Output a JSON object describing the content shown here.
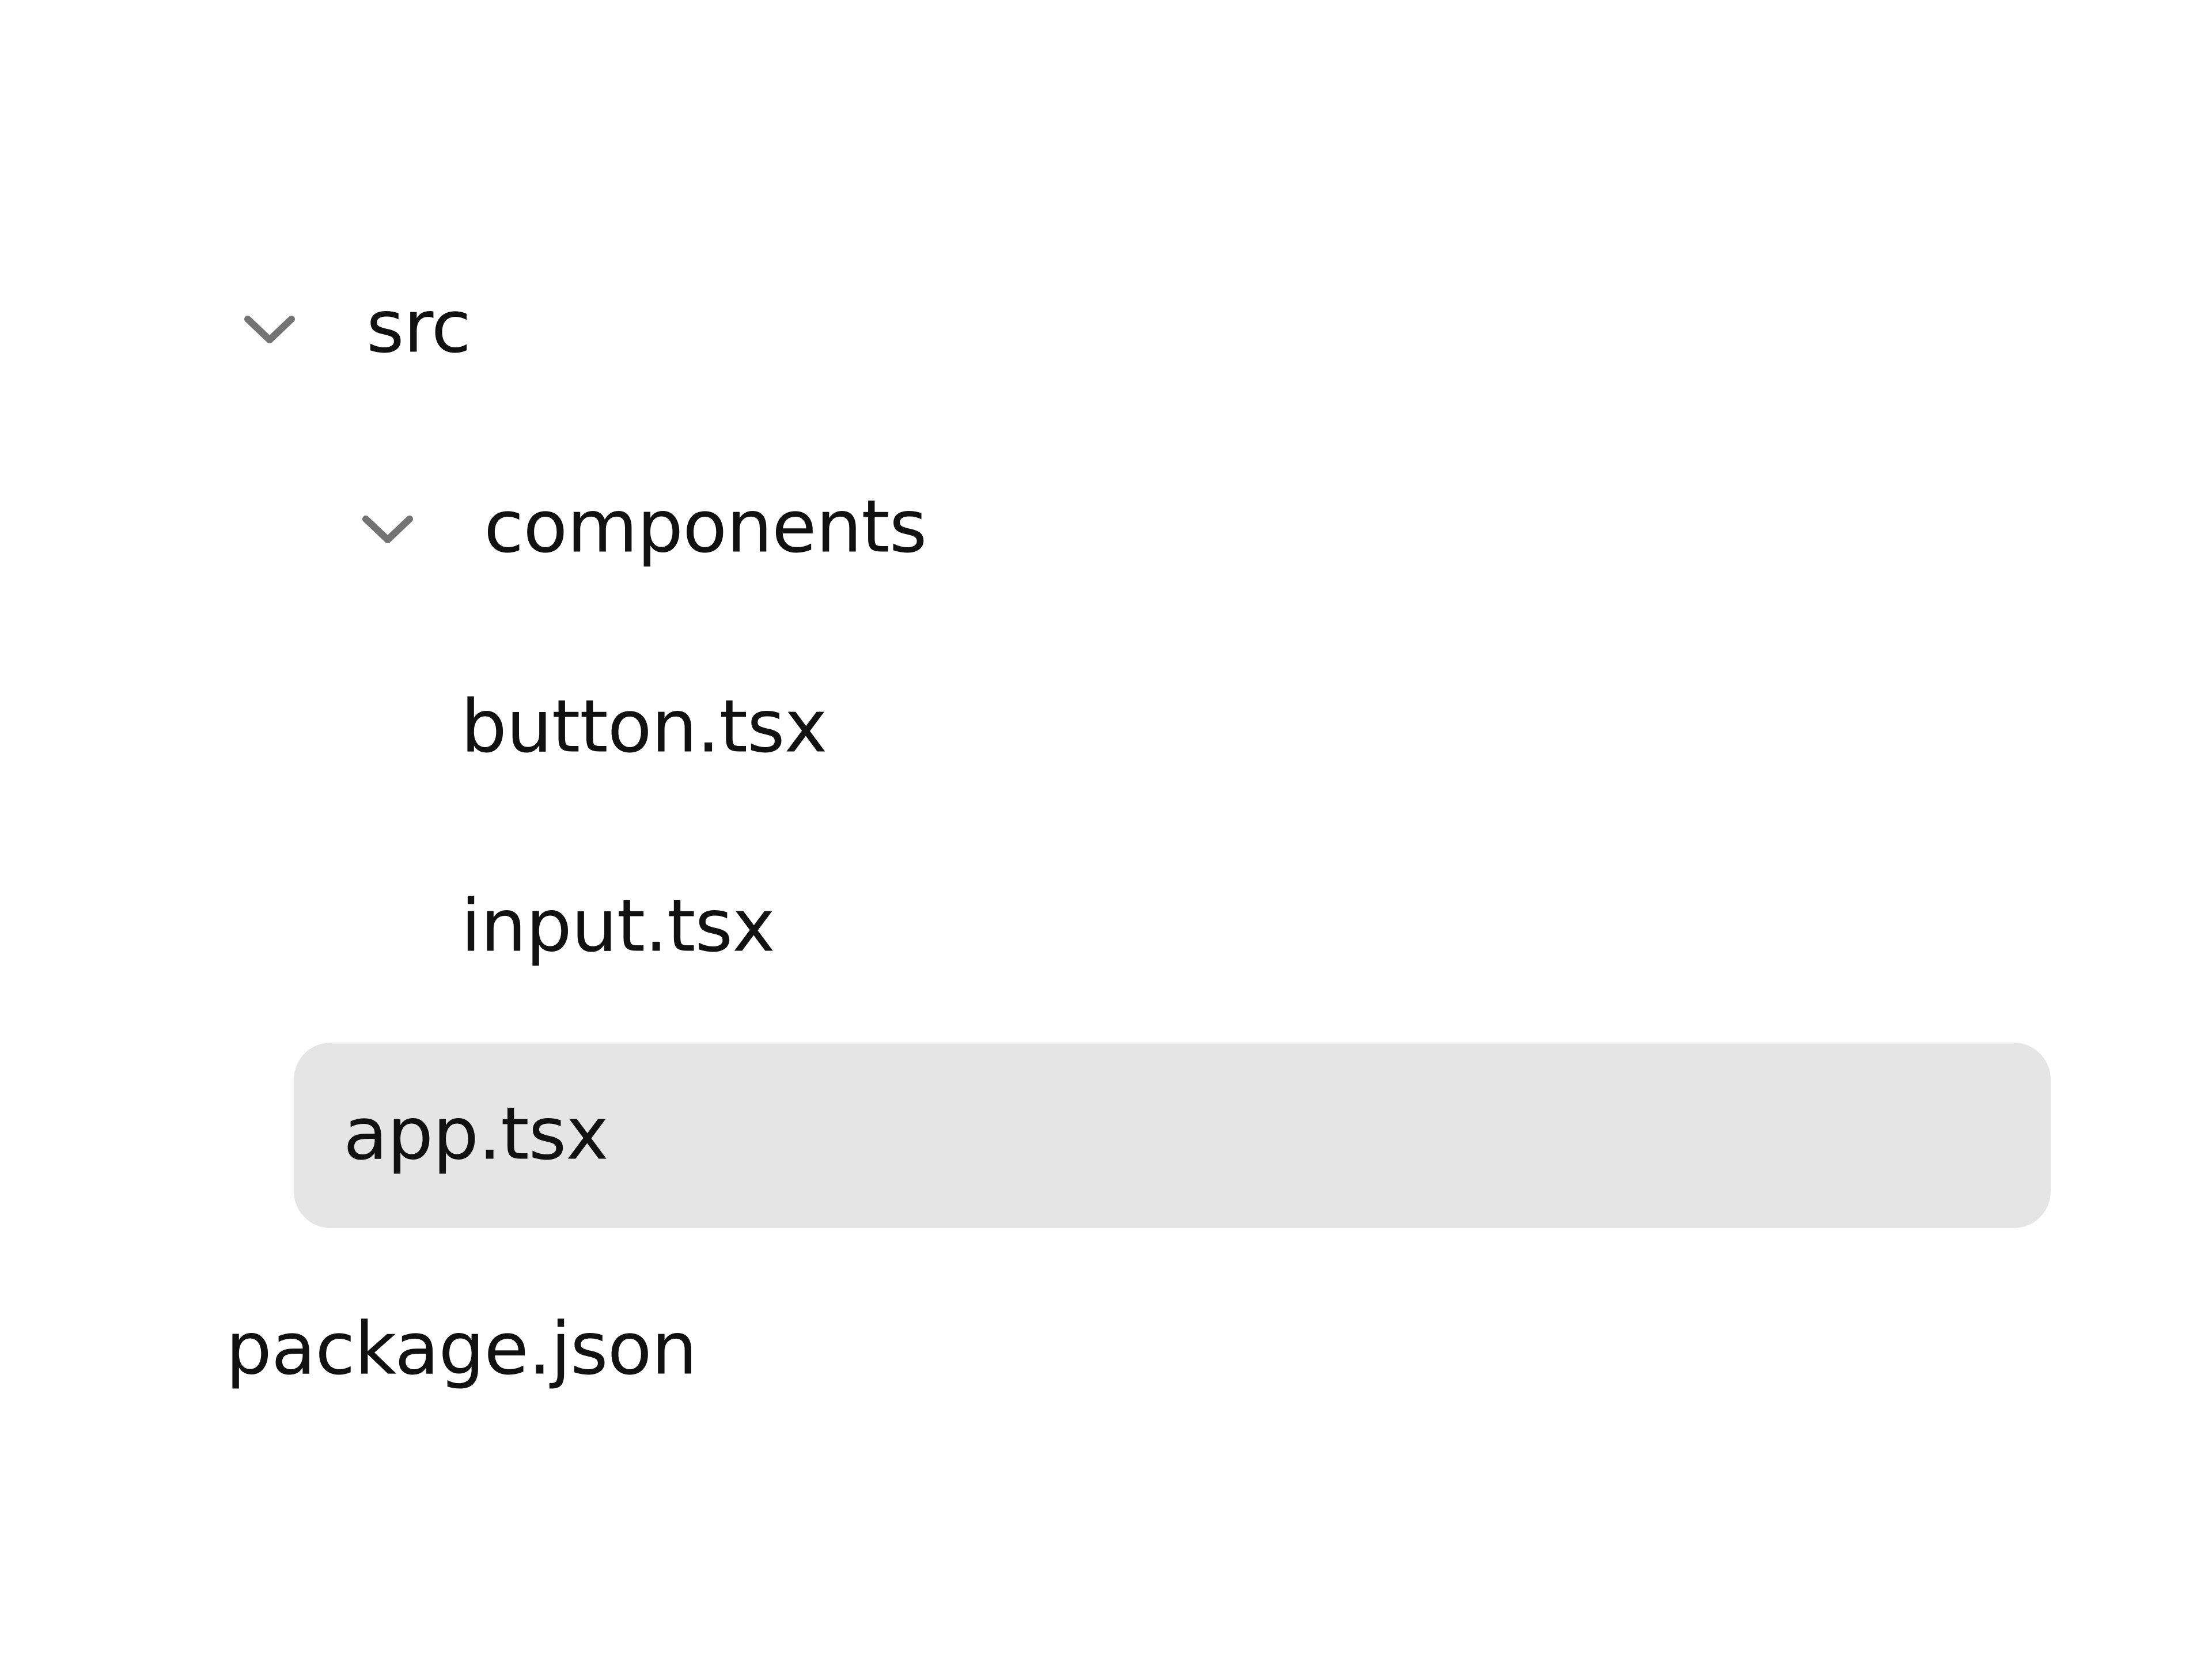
{
  "tree": {
    "items": [
      {
        "label": "src",
        "kind": "folder",
        "expanded": true,
        "depth": 0
      },
      {
        "label": "components",
        "kind": "folder",
        "expanded": true,
        "depth": 1
      },
      {
        "label": "button.tsx",
        "kind": "file",
        "depth": 2
      },
      {
        "label": "input.tsx",
        "kind": "file",
        "depth": 2
      },
      {
        "label": "app.tsx",
        "kind": "file",
        "depth": 1,
        "selected": true
      },
      {
        "label": "package.json",
        "kind": "file",
        "depth": 0
      }
    ]
  },
  "icons": {
    "folder_expanded": "chevron-down-icon"
  },
  "colors": {
    "selected_row_bg": "#e5e5e5",
    "chevron": "#737373",
    "text": "#111111",
    "background": "#ffffff"
  }
}
